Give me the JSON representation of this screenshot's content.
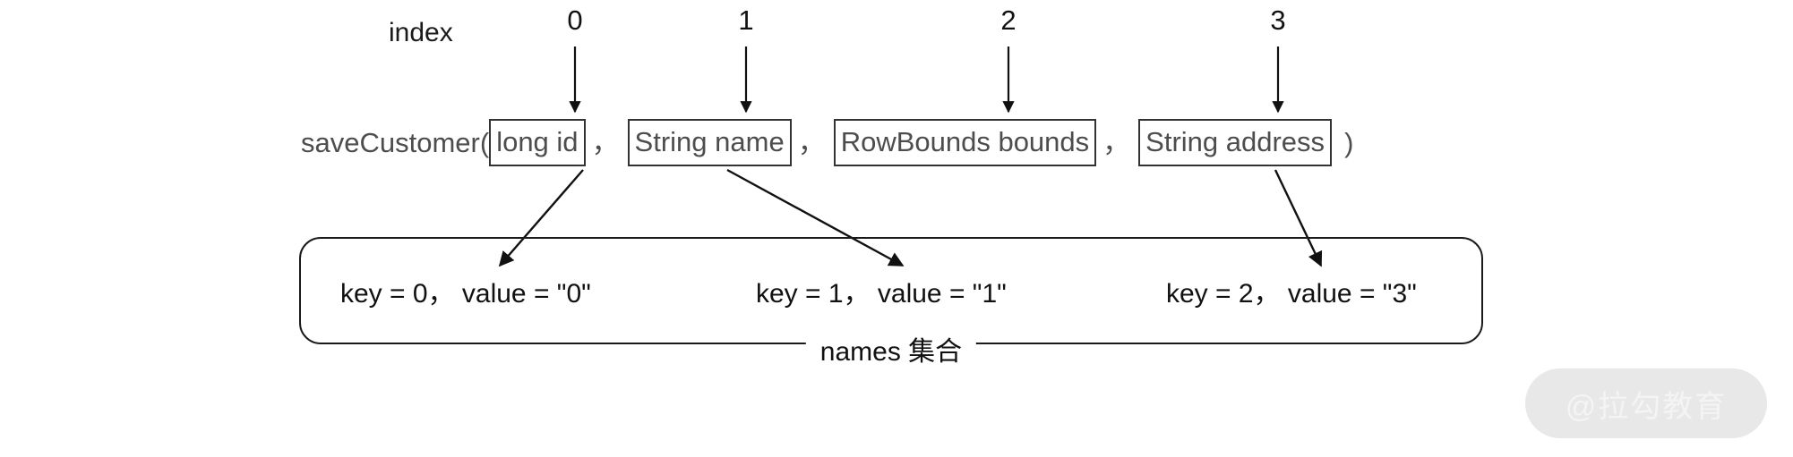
{
  "diagram": {
    "index_row": {
      "label": "index",
      "indices": [
        "0",
        "1",
        "2",
        "3"
      ]
    },
    "signature": {
      "method_prefix": "saveCustomer(",
      "paren_close": ")",
      "separator": "，",
      "params": [
        {
          "text": "long id"
        },
        {
          "text": "String name"
        },
        {
          "text": "RowBounds bounds"
        },
        {
          "text": "String address"
        }
      ]
    },
    "names_map": {
      "caption": "names 集合",
      "entries": [
        {
          "text": "key = 0， value = \"0\""
        },
        {
          "text": "key = 1， value = \"1\""
        },
        {
          "text": "key = 2， value = \"3\""
        }
      ]
    },
    "watermark": {
      "text": "@拉勾教育"
    },
    "colors": {
      "stroke": "#1a1a1a",
      "param_text": "#4d4d4d",
      "entry_text": "#111111",
      "watermark_bg": "#e8e8e8",
      "watermark_fg": "#f4f4f4",
      "background": "#ffffff"
    }
  }
}
